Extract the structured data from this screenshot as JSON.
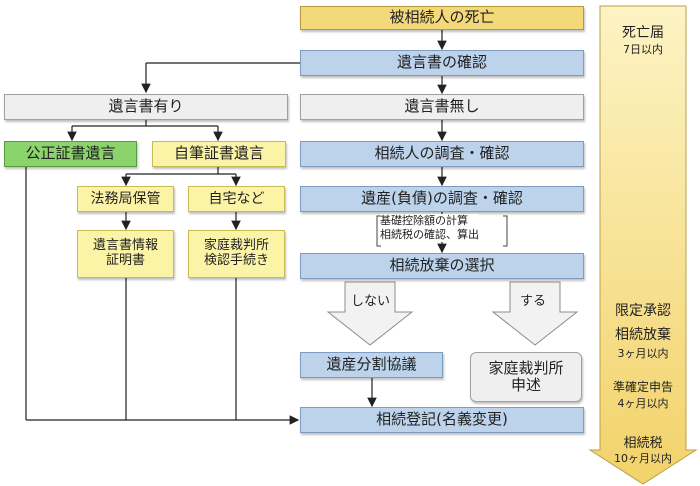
{
  "nodes": {
    "death": "被相続人の死亡",
    "will_check": "遺言書の確認",
    "will_exists": "遺言書有り",
    "will_none": "遺言書無し",
    "notarized_will": "公正証書遺言",
    "holographic_will": "自筆証書遺言",
    "legal_bureau": "法務局保管",
    "at_home": "自宅など",
    "will_certificate": [
      "遺言書情報",
      "証明書"
    ],
    "family_court_probate": [
      "家庭裁判所",
      "検認手続き"
    ],
    "heir_investigation": "相続人の調査・確認",
    "estate_investigation": "遺産(負債)の調査・確認",
    "calc_note": [
      "基礎控除額の計算",
      "相続税の確認、算出"
    ],
    "renounce_choice": "相続放棄の選択",
    "no_label": "しない",
    "yes_label": "する",
    "division_talks": "遺産分割協議",
    "family_court_petition": [
      "家庭裁判所",
      "申述"
    ],
    "registration": "相続登記(名義変更)"
  },
  "timeline": {
    "death_notice": "死亡届",
    "death_notice_deadline": "7日以内",
    "limited_approval": "限定承認",
    "renounce": "相続放棄",
    "renounce_deadline": "3ヶ月以内",
    "quasi_return": "準確定申告",
    "quasi_return_deadline": "4ヶ月以内",
    "inheritance_tax": "相続税",
    "inheritance_tax_deadline": "10ヶ月以内"
  },
  "colors": {
    "yellow": "#f4d97a",
    "blue": "#bdd3ec",
    "gray": "#efefef",
    "green": "#8bd46c",
    "lightyellow": "#fbf4a6"
  }
}
